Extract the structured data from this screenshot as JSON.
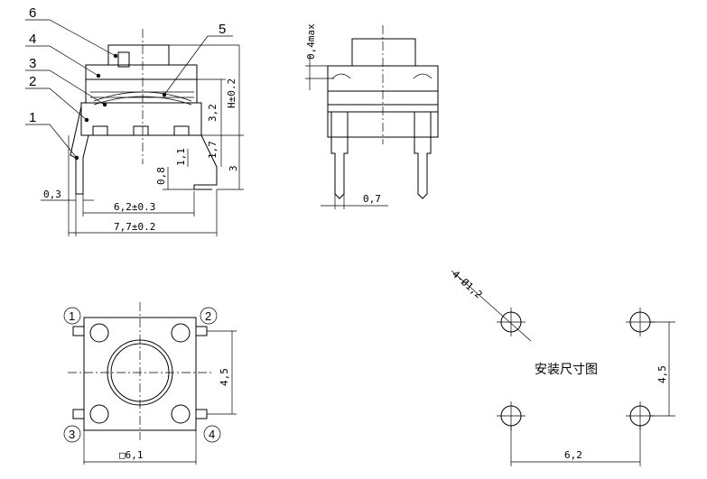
{
  "callouts": [
    "1",
    "2",
    "3",
    "4",
    "5",
    "6"
  ],
  "dims": {
    "d_0_3": "0,3",
    "d_6_2_tol": "6,2±0.3",
    "d_7_7_tol": "7,7±0.2",
    "d_3_2": "3,2",
    "d_h": "H±0.2",
    "d_1_7": "1,7",
    "d_1_1": "1,1",
    "d_0_8": "0,8",
    "d_3": "3",
    "d_0_4max": "0,4max",
    "d_0_7": "0,7",
    "d_4_5_bottom": "4,5",
    "d_sq_6_1": "□6,1",
    "d_hole": "4-Ø1,2",
    "d_4_5_pattern": "4,5",
    "d_6_2_pattern": "6,2"
  },
  "pins": [
    "1",
    "2",
    "3",
    "4"
  ],
  "footprint_label": "安装尺寸图"
}
